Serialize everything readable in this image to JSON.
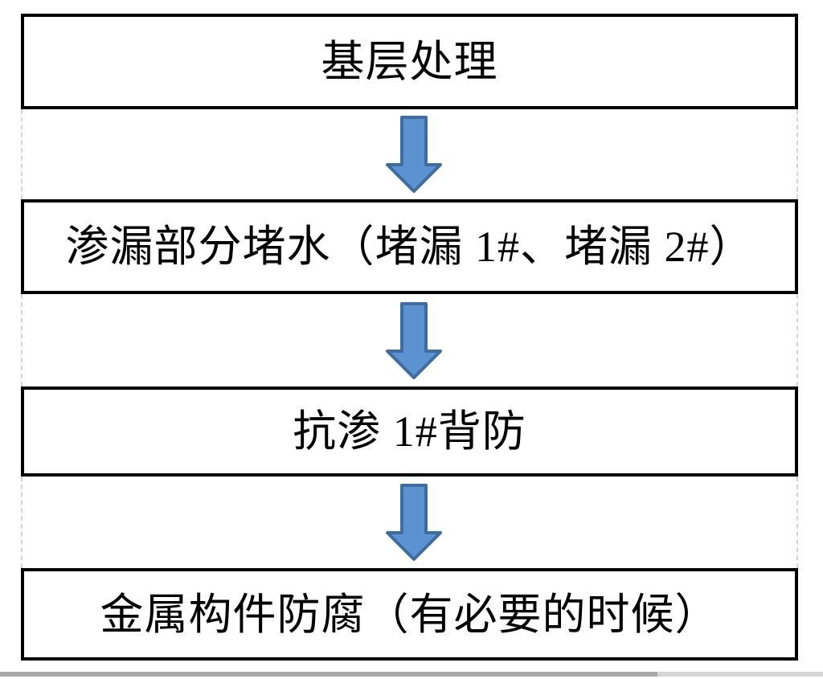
{
  "flowchart": {
    "type": "flowchart",
    "direction": "top-down",
    "steps": [
      {
        "label": "基层处理"
      },
      {
        "label": "渗漏部分堵水（堵漏 1#、堵漏 2#）"
      },
      {
        "label": "抗渗 1#背防"
      },
      {
        "label": "金属构件防腐（有必要的时候）"
      }
    ],
    "connector_icon": "down-arrow-icon",
    "colors": {
      "box_border": "#000000",
      "box_fill": "#ffffff",
      "arrow_fill": "#5b92d0",
      "arrow_stroke": "#3e6da3",
      "gridline_dashed": "#d6d6d6"
    }
  },
  "scrollbar": {
    "orientation": "horizontal",
    "thumb_color": "#a9a9a9",
    "track_color": "#d6d6d6"
  }
}
